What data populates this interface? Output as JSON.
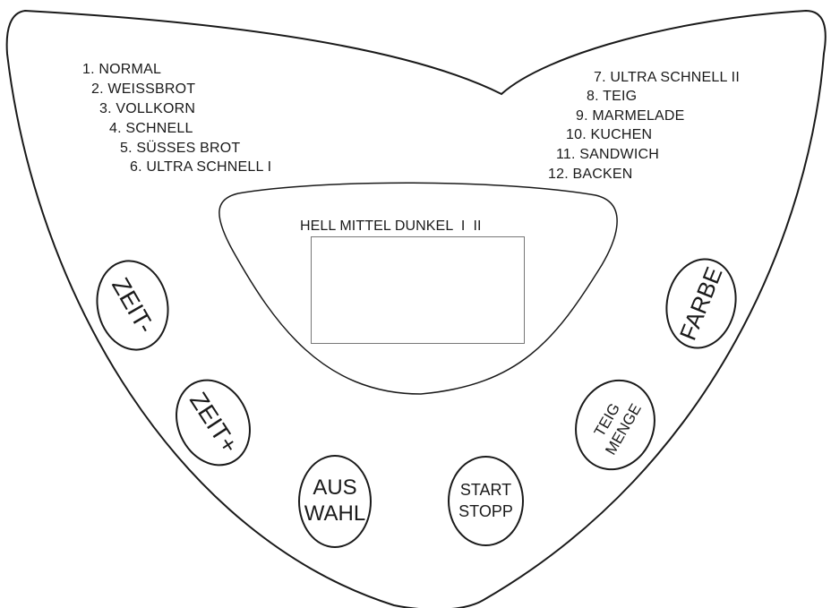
{
  "programs_left": [
    "1. NORMAL",
    "2. WEISSBROT",
    "3. VOLLKORN",
    "4. SCHNELL",
    "5. SÜSSES BROT",
    "6. ULTRA SCHNELL I"
  ],
  "programs_right": [
    "7. ULTRA SCHNELL II",
    "8. TEIG",
    "9. MARMELADE",
    "10. KUCHEN",
    "11. SANDWICH",
    "12. BACKEN"
  ],
  "display": {
    "header": "HELL MITTEL DUNKEL  I  II"
  },
  "buttons": {
    "zeit_minus": "ZEIT-",
    "zeit_plus": "ZEIT+",
    "auswahl": "AUS\nWAHL",
    "start_stopp": "START\nSTOPP",
    "teig_menge": "TEIG\nMENGE",
    "farbe": "FARBE"
  },
  "colors": {
    "outline": "#1a1a1a",
    "background": "#ffffff"
  }
}
